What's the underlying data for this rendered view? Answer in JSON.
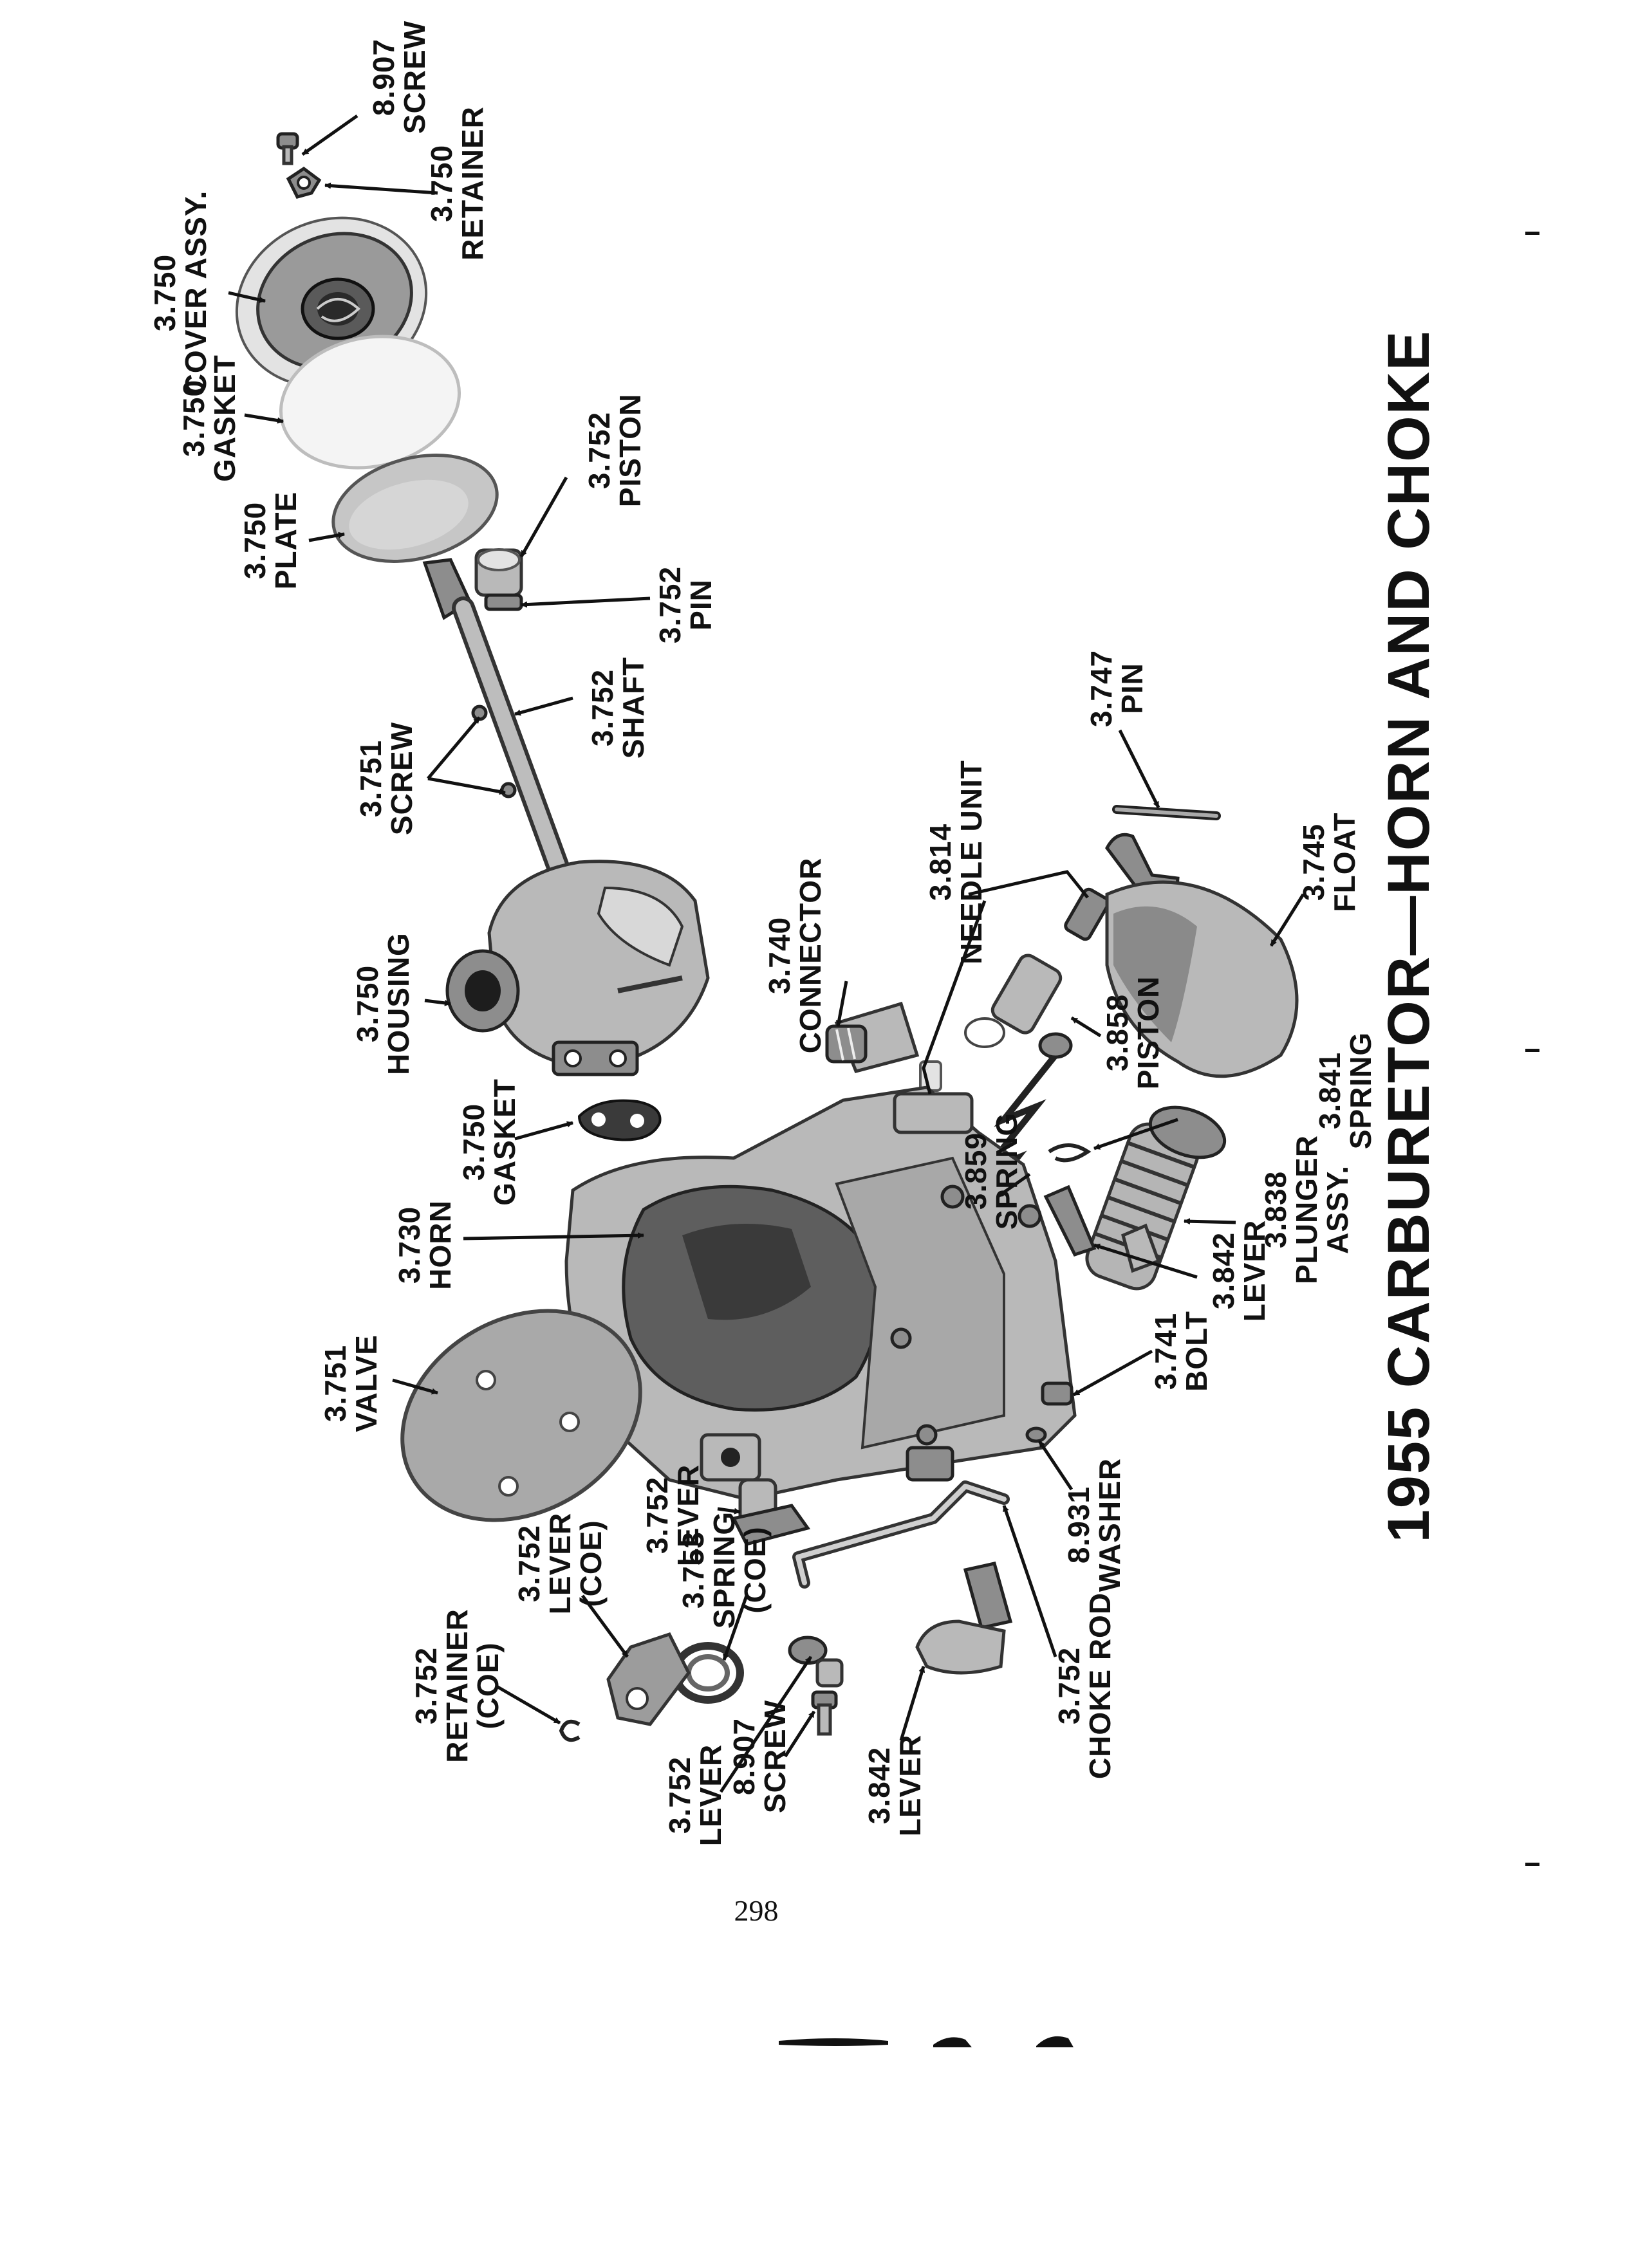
{
  "title": "1955 CARBURETOR—HORN AND CHOKE",
  "page_number": "298",
  "labels": [
    {
      "id": "screw-8907-top",
      "lines": [
        "8.907",
        "SCREW"
      ]
    },
    {
      "id": "retainer-3750",
      "lines": [
        "3.750",
        "RETAINER"
      ]
    },
    {
      "id": "cover-assy-3750",
      "lines": [
        "3.750",
        "COVER ASSY."
      ]
    },
    {
      "id": "gasket-3750-top",
      "lines": [
        "3.750",
        "GASKET"
      ]
    },
    {
      "id": "piston-3752",
      "lines": [
        "3.752",
        "PISTON"
      ]
    },
    {
      "id": "plate-3750",
      "lines": [
        "3.750",
        "PLATE"
      ]
    },
    {
      "id": "pin-3752",
      "lines": [
        "3.752",
        "PIN"
      ]
    },
    {
      "id": "shaft-3752",
      "lines": [
        "3.752",
        "SHAFT"
      ]
    },
    {
      "id": "screw-3751",
      "lines": [
        "3.751",
        "SCREW"
      ]
    },
    {
      "id": "pin-3747",
      "lines": [
        "3.747",
        "PIN"
      ]
    },
    {
      "id": "needle-unit-3814",
      "lines": [
        "3.814",
        "NEEDLE UNIT"
      ]
    },
    {
      "id": "connector-3740",
      "lines": [
        "3.740",
        "CONNECTOR"
      ]
    },
    {
      "id": "housing-3750",
      "lines": [
        "3.750",
        "HOUSING"
      ]
    },
    {
      "id": "float-3745",
      "lines": [
        "3.745",
        "FLOAT"
      ]
    },
    {
      "id": "piston-3858",
      "lines": [
        "3.858",
        "PISTON"
      ]
    },
    {
      "id": "spring-3841",
      "lines": [
        "3.841",
        "SPRING"
      ]
    },
    {
      "id": "gasket-3750-mid",
      "lines": [
        "3.750",
        "GASKET"
      ]
    },
    {
      "id": "spring-3859",
      "lines": [
        "3.859",
        "SPRING"
      ]
    },
    {
      "id": "horn-3730",
      "lines": [
        "3.730",
        "HORN"
      ]
    },
    {
      "id": "plunger-assy-3838",
      "lines": [
        "3.838",
        "PLUNGER",
        "ASSY."
      ]
    },
    {
      "id": "lever-3842-right",
      "lines": [
        "3.842",
        "LEVER"
      ]
    },
    {
      "id": "bolt-3741",
      "lines": [
        "3.741",
        "BOLT"
      ]
    },
    {
      "id": "valve-3751",
      "lines": [
        "3.751",
        "VALVE"
      ]
    },
    {
      "id": "washer-8931",
      "lines": [
        "8.931",
        "WASHER"
      ]
    },
    {
      "id": "lever-3752-mid",
      "lines": [
        "3.752",
        "LEVER"
      ]
    },
    {
      "id": "lever-coe-3752",
      "lines": [
        "3.752",
        "LEVER",
        "(COE)"
      ]
    },
    {
      "id": "spring-coe-3753",
      "lines": [
        "3.753",
        "SPRING",
        "(COE)"
      ]
    },
    {
      "id": "retainer-coe-3752",
      "lines": [
        "3.752",
        "RETAINER",
        "(COE)"
      ]
    },
    {
      "id": "choke-rod-3752",
      "lines": [
        "3.752",
        "CHOKE ROD"
      ]
    },
    {
      "id": "lever-3752-bottom",
      "lines": [
        "3.752",
        "LEVER"
      ]
    },
    {
      "id": "screw-8907-bottom",
      "lines": [
        "8.907",
        "SCREW"
      ]
    },
    {
      "id": "lever-3842-bottom",
      "lines": [
        "3.842",
        "LEVER"
      ]
    }
  ]
}
